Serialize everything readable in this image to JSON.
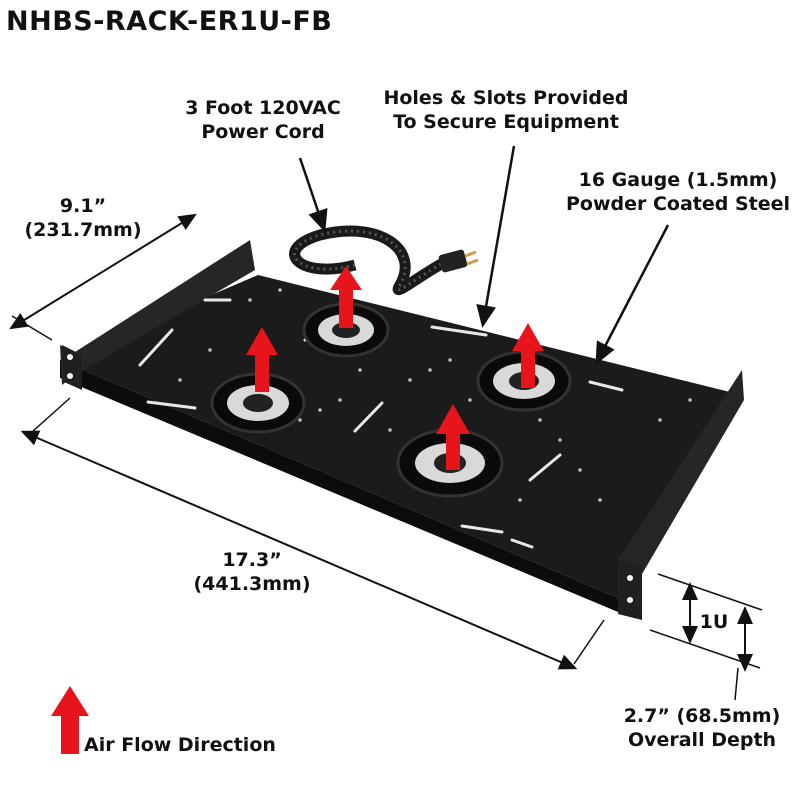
{
  "title": "NHBS-RACK-ER1U-FB",
  "callouts": {
    "power_cord": [
      "3 Foot 120VAC",
      "Power Cord"
    ],
    "holes_slots": [
      "Holes & Slots Provided",
      "To Secure Equipment"
    ],
    "steel": [
      "16 Gauge (1.5mm)",
      "Powder Coated Steel"
    ],
    "depth_dim": [
      "9.1”",
      "(231.7mm)"
    ],
    "width_dim": [
      "17.3”",
      "(441.3mm)"
    ],
    "height_unit": "1U",
    "overall_depth": [
      "2.7” (68.5mm)",
      "Overall Depth"
    ]
  },
  "legend": {
    "label": "Air Flow Direction"
  },
  "colors": {
    "arrow": "#e8141b",
    "tray": "#1b1b1b",
    "text": "#111111"
  }
}
